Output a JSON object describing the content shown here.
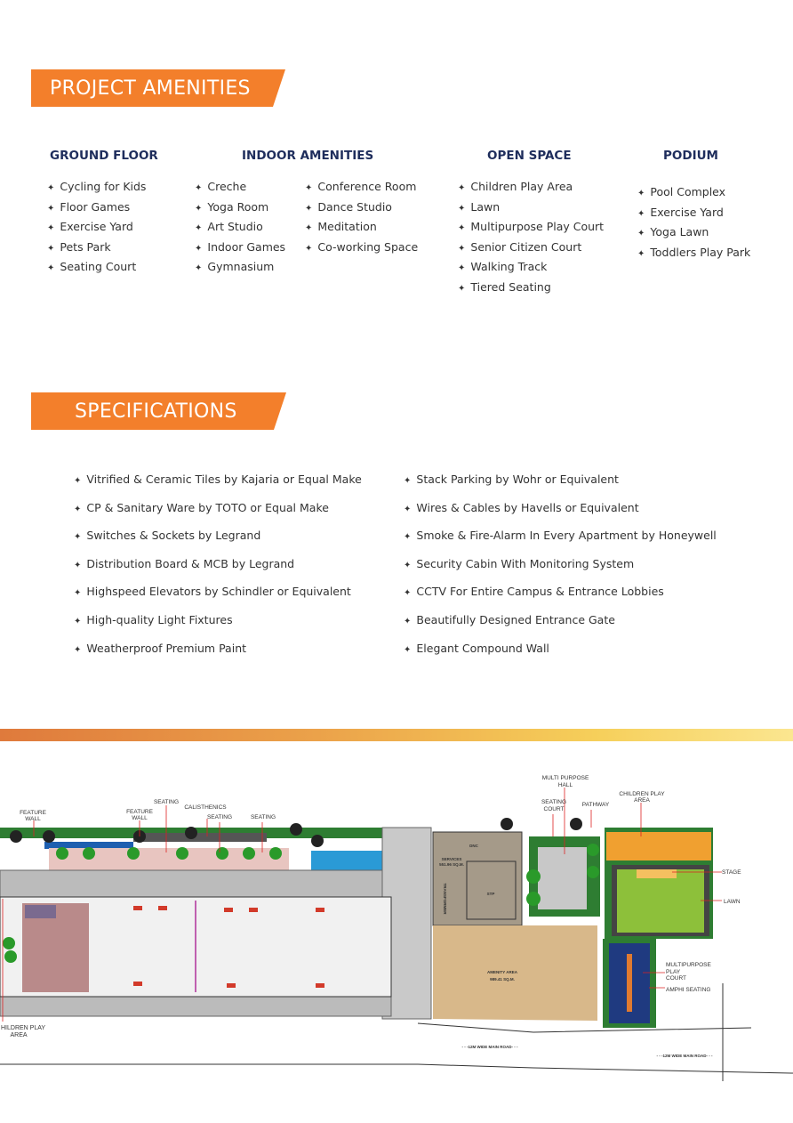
{
  "amenities": {
    "title": "PROJECT AMENITIES",
    "ground_floor": {
      "heading": "GROUND FLOOR",
      "items": [
        "Cycling for Kids",
        "Floor Games",
        "Exercise Yard",
        "Pets Park",
        "Seating Court"
      ]
    },
    "indoor": {
      "heading": "INDOOR AMENITIES",
      "col1": [
        "Creche",
        "Yoga Room",
        "Art Studio",
        "Indoor Games",
        "Gymnasium"
      ],
      "col2": [
        "Conference Room",
        "Dance Studio",
        "Meditation",
        "Co-working Space"
      ]
    },
    "open_space": {
      "heading": "OPEN SPACE",
      "items": [
        "Children Play Area",
        "Lawn",
        "Multipurpose Play Court",
        "Senior Citizen Court",
        "Walking Track",
        "Tiered Seating"
      ]
    },
    "podium": {
      "heading": "PODIUM",
      "items": [
        "Pool Complex",
        "Exercise Yard",
        "Yoga Lawn",
        "Toddlers Play Park"
      ]
    }
  },
  "specifications": {
    "title": "SPECIFICATIONS",
    "left": [
      "Vitrified & Ceramic Tiles by Kajaria or Equal Make",
      "CP & Sanitary Ware by TOTO or Equal Make",
      "Switches & Sockets by Legrand",
      "Distribution Board & MCB by Legrand",
      "Highspeed Elevators by Schindler or Equivalent",
      "High-quality Light Fixtures",
      "Weatherproof Premium Paint"
    ],
    "right": [
      "Stack Parking by Wohr or Equivalent",
      "Wires & Cables by Havells or Equivalent",
      "Smoke & Fire-Alarm In Every Apartment by Honeywell",
      "Security Cabin With Monitoring System",
      "CCTV For Entire Campus & Entrance Lobbies",
      "Beautifully Designed Entrance Gate",
      "Elegant Compound Wall"
    ]
  },
  "site_plan": {
    "labels": {
      "feature_wall_1": [
        "FEATURE",
        "WALL"
      ],
      "feature_wall_2": [
        "FEATURE",
        "WALL"
      ],
      "seating_1": "SEATING",
      "calisthenics": "CALISTHENICS",
      "seating_2": "SEATING",
      "seating_3": "SEATING",
      "children_play_left": [
        "HILDREN PLAY",
        "AREA"
      ],
      "multi_purpose_hall": [
        "MULTI PURPOSE",
        "HALL"
      ],
      "seating_court": [
        "SEATING",
        "COURT"
      ],
      "pathway": "PATHWAY",
      "children_play_right": [
        "CHILDREN PLAY",
        "AREA"
      ],
      "stage": "STAGE",
      "lawn": "LAWN",
      "multipurpose_court": [
        "MULTIPURPOSE",
        "PLAY",
        "COURT"
      ],
      "amphi_seating": "AMPHI SEATING",
      "dg": "DNC",
      "services": [
        "SERVICES",
        "551.96 SQ.M."
      ],
      "stp": "STP",
      "transformer": "TRANSFORMER",
      "amenity_area": [
        "AMENITY AREA",
        "989.41 SQ.M."
      ],
      "road_1": "- - -12M WIDE MAIN ROAD- - -",
      "road_2": "- - -12M WIDE MAIN ROAD- - -"
    }
  },
  "colors": {
    "accent": "#f37f2b",
    "heading": "#1e2d5c"
  }
}
